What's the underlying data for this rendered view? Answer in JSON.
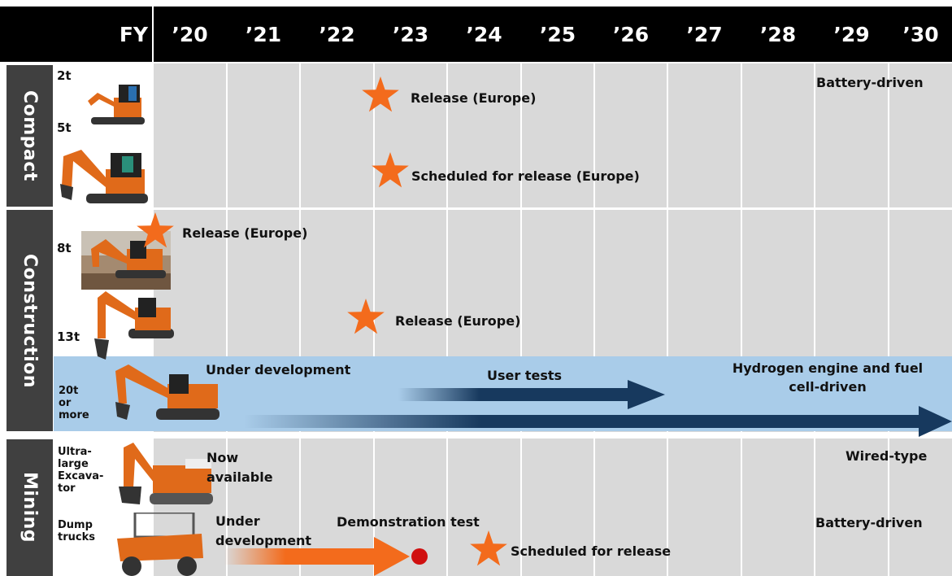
{
  "header": {
    "fy": "FY",
    "years": [
      "’20",
      "’21",
      "’22",
      "’23",
      "’24",
      "’25",
      "’26",
      "’27",
      "’28",
      "’29",
      "’30"
    ]
  },
  "categories": {
    "compact": "Compact",
    "construction": "Construction",
    "mining": "Mining"
  },
  "sizes": {
    "c2t": "2t",
    "c5t": "5t",
    "c8t": "8t",
    "c13t": "13t",
    "c20t": "20t\nor\nmore",
    "ultra": "Ultra-\nlarge\nExcava-\ntor",
    "dump": "Dump\ntrucks"
  },
  "labels": {
    "battery1": "Battery-driven",
    "release_eu_2t": "Release (Europe)",
    "sched_eu_5t": "Scheduled for release (Europe)",
    "release_eu_8t": "Release (Europe)",
    "release_eu_13t": "Release (Europe)",
    "under_dev_20t": "Under development",
    "user_tests": "User tests",
    "hydrogen": "Hydrogen engine and fuel\ncell-driven",
    "now_available": "Now\navailable",
    "wired": "Wired-type",
    "under_dev_dump": "Under\ndevelopment",
    "demo_test": "Demonstration test",
    "battery2": "Battery-driven",
    "sched_release": "Scheduled for release"
  },
  "colors": {
    "header": "#000000",
    "cell": "#d9d9d9",
    "category": "#404040",
    "star": "#f36b1c",
    "highlight": "#a9cce9",
    "arrow_dark": "#17395e",
    "arrow_orange": "#f36b1c",
    "dot": "#d01010"
  }
}
